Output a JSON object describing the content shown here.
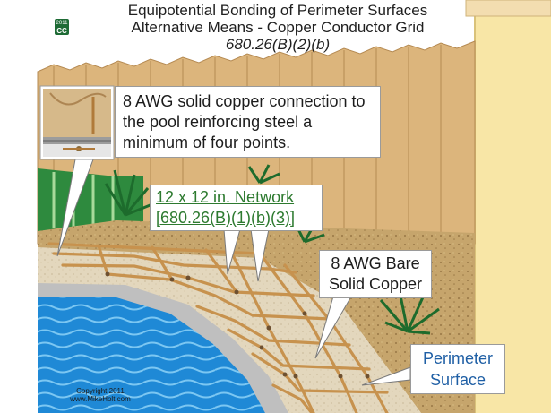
{
  "title": {
    "line1": "Equipotential Bonding of Perimeter Surfaces",
    "line2": "Alternative Means - Copper Conductor Grid",
    "line3": "680.26(B)(2)(b)"
  },
  "badge": {
    "year": "2011",
    "code": "CC"
  },
  "callouts": {
    "steel_connection": "8 AWG solid copper connection to the pool reinforcing steel a minimum of four points.",
    "network_line1": "12 x 12 in. Network",
    "network_line2": "[680.26(B)(1)(b)(3)]",
    "conductor_line1": "8 AWG Bare",
    "conductor_line2": "Solid Copper",
    "surface_line1": "Perimeter",
    "surface_line2": "Surface"
  },
  "copyright": {
    "line1": "Copyright 2011",
    "line2": "www.MikeHolt.com"
  },
  "colors": {
    "sky": "#ffffff",
    "wall": "#f8e6a6",
    "fence": "#d9b27a",
    "grass": "#2e8a3e",
    "soil": "#c6a56c",
    "deck": "#e3d7bd",
    "coping": "#b9b9b9",
    "water": "#1f89d6",
    "copper": "#c7924e",
    "network_text": "#2d7a2f",
    "surface_text": "#1f5fa5"
  }
}
